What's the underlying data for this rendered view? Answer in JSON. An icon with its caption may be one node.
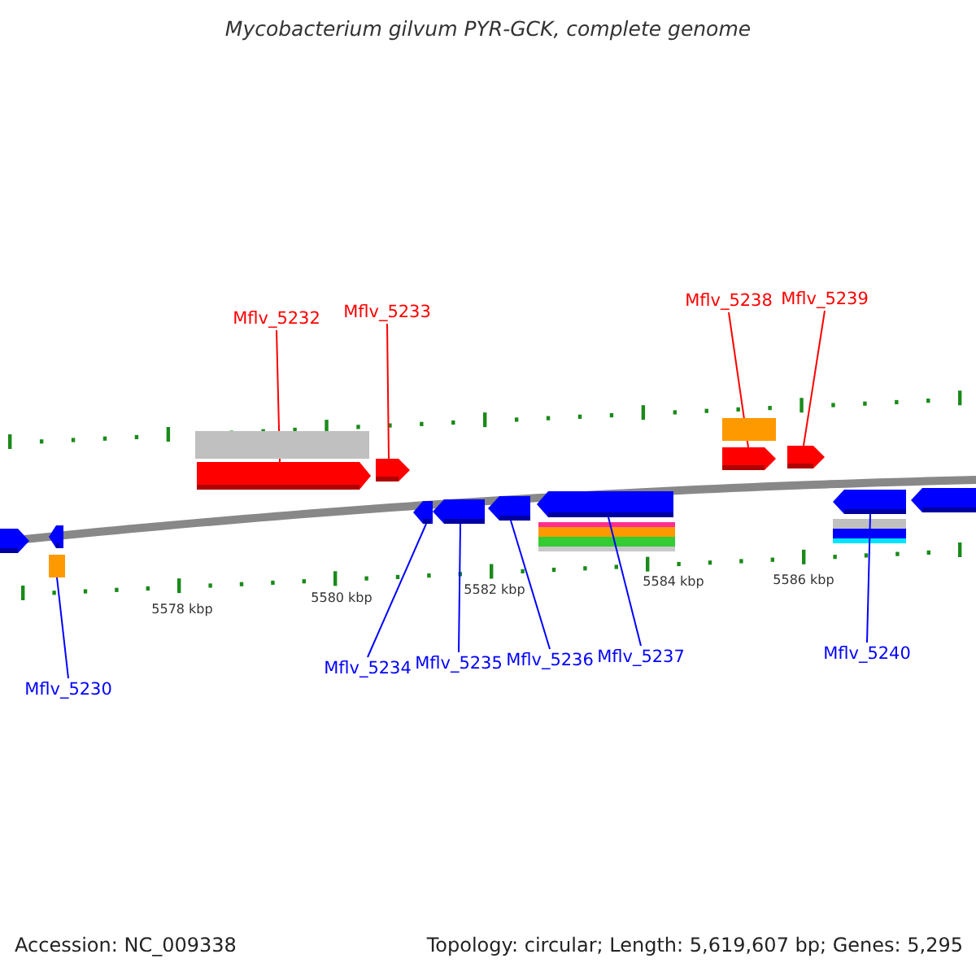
{
  "diagram": {
    "title": "Mycobacterium gilvum PYR-GCK, complete genome",
    "nodes": [
      {
        "text": [
          "Mflv_5232"
        ]
      },
      {
        "text": [
          "Mflv_5233"
        ]
      },
      {
        "text": [
          "Mflv_5238"
        ]
      },
      {
        "text": [
          "Mflv_5239"
        ]
      },
      {
        "text": [],
        "shape": "pentagon"
      },
      {
        "text": [],
        "shape": "pentagon"
      },
      {
        "text": [],
        "shape": "pentagon"
      },
      {
        "text": [],
        "shape": "pentagon"
      },
      {
        "text": [],
        "shape": "pentagon"
      },
      {
        "text": [],
        "shape": "pentagon"
      },
      {
        "text": [],
        "shape": "box"
      },
      {
        "text": [],
        "shape": "pentagon"
      },
      {
        "text": [],
        "shape": "pentagon"
      },
      {
        "text": [],
        "shape": "pentagon"
      },
      {
        "text": [],
        "shape": "pentagon"
      },
      {
        "text": [],
        "shape": "pentagon"
      },
      {
        "text": [],
        "shape": "pentagon"
      },
      {
        "text": [
          "Mflv_5230"
        ]
      },
      {
        "text": [
          "Mflv_5234"
        ]
      },
      {
        "text": [
          "Mflv_5235"
        ]
      },
      {
        "text": [
          "Mflv_5236"
        ]
      },
      {
        "text": [
          "Mflv_5237"
        ]
      },
      {
        "text": [
          "Mflv_5240"
        ]
      },
      {
        "text": [],
        "shape": "box"
      },
      {
        "text": [],
        "shape": "box"
      }
    ],
    "edges": [
      {
        "from": 0,
        "to": 4,
        "arrow": "none",
        "color": "#ff0000"
      },
      {
        "from": 1,
        "to": 5,
        "arrow": "none",
        "color": "#ff0000"
      },
      {
        "from": 2,
        "to": 6,
        "arrow": "none",
        "color": "#ff0000"
      },
      {
        "from": 3,
        "to": 7,
        "arrow": "none",
        "color": "#ff0000"
      },
      {
        "from": 17,
        "to": 10,
        "arrow": "none"
      },
      {
        "from": 18,
        "to": 11,
        "arrow": "none"
      },
      {
        "from": 19,
        "to": 12,
        "arrow": "none"
      },
      {
        "from": 20,
        "to": 13,
        "arrow": "none"
      },
      {
        "from": 21,
        "to": 14,
        "arrow": "none"
      },
      {
        "from": 22,
        "to": 15,
        "arrow": "none"
      }
    ],
    "labels": [
      "5578 kbp",
      "5580 kbp",
      "5582 kbp",
      "5584 kbp",
      "5586 kbp",
      "Accession: NC_009338",
      "Topology: circular; Length: 5,619,607 bp; Genes: 5,295"
    ]
  }
}
